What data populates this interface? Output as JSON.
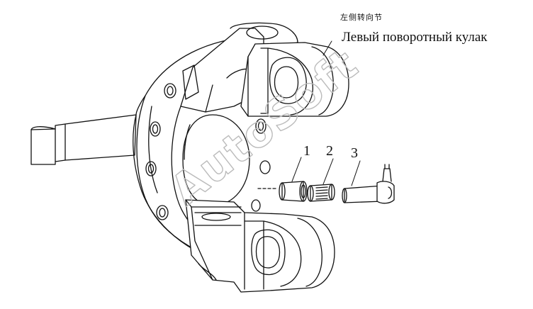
{
  "labels": {
    "chinese_caption": "左侧转向节",
    "russian_caption": "Левый поворотный кулак",
    "part_1": "1",
    "part_2": "2",
    "part_3": "3"
  },
  "watermark": "AutoSoft",
  "colors": {
    "line": "#111111",
    "background": "#ffffff",
    "watermark": "#bbbbbb"
  }
}
